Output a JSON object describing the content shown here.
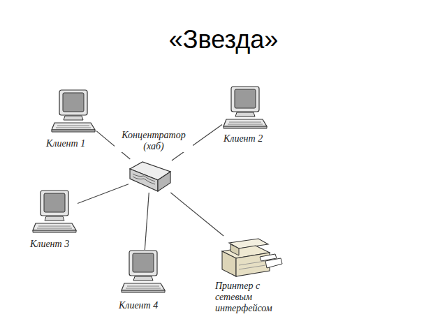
{
  "diagram": {
    "title": "«Звезда»",
    "nodes": [
      {
        "text": [
          "Клиент 1"
        ]
      },
      {
        "text": [
          "Клиент 2"
        ]
      },
      {
        "text": [
          "Концентратор (хаб)"
        ]
      },
      {
        "text": [
          "Клиент 3"
        ]
      },
      {
        "text": [
          "Клиент 4"
        ]
      },
      {
        "text": [
          "Принтер с сетевым интерфейсом"
        ]
      }
    ],
    "edges": [
      {
        "from": 2,
        "to": 0,
        "arrow": "none"
      },
      {
        "from": 2,
        "to": 1,
        "arrow": "none"
      },
      {
        "from": 2,
        "to": 3,
        "arrow": "none"
      },
      {
        "from": 2,
        "to": 4,
        "arrow": "none"
      },
      {
        "from": 2,
        "to": 5,
        "arrow": "none"
      }
    ]
  }
}
